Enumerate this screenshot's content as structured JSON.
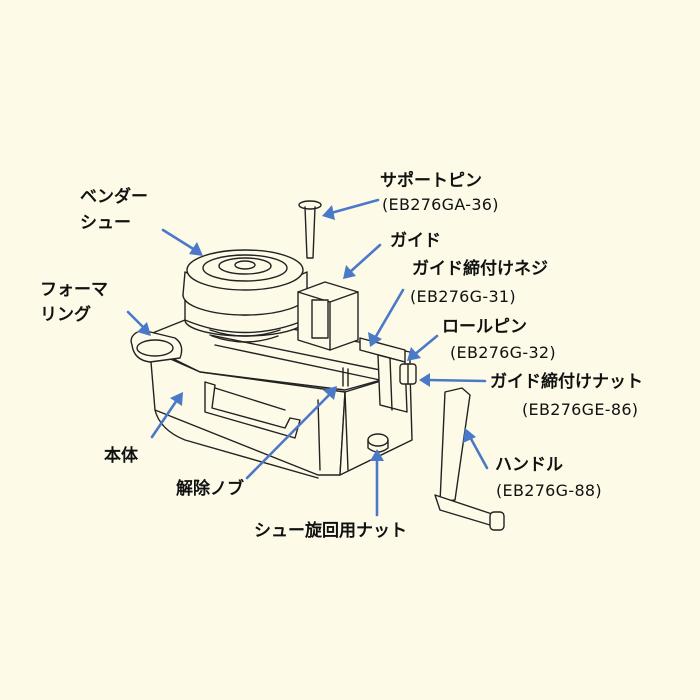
{
  "labels": {
    "bender_shoe_line1": "ベンダー",
    "bender_shoe_line2": "シュー",
    "former_ring_line1": "フォーマ",
    "former_ring_line2": "リング",
    "support_pin_name": "サポートピン",
    "support_pin_code": "(EB276GA-36)",
    "guide_name": "ガイド",
    "guide_screw_name": "ガイド締付けネジ",
    "guide_screw_code": "(EB276G-31)",
    "roll_pin_name": "ロールピン",
    "roll_pin_code": "(EB276G-32)",
    "guide_nut_name": "ガイド締付けナット",
    "guide_nut_code": "(EB276GE-86)",
    "body_name": "本体",
    "release_knob_name": "解除ノブ",
    "handle_name": "ハンドル",
    "handle_code": "(EB276G-88)",
    "shoe_nut_name": "シュー旋回用ナット"
  },
  "colors": {
    "background": "#fdfbe8",
    "line_art": "#222222",
    "arrow": "#4a79c7"
  }
}
